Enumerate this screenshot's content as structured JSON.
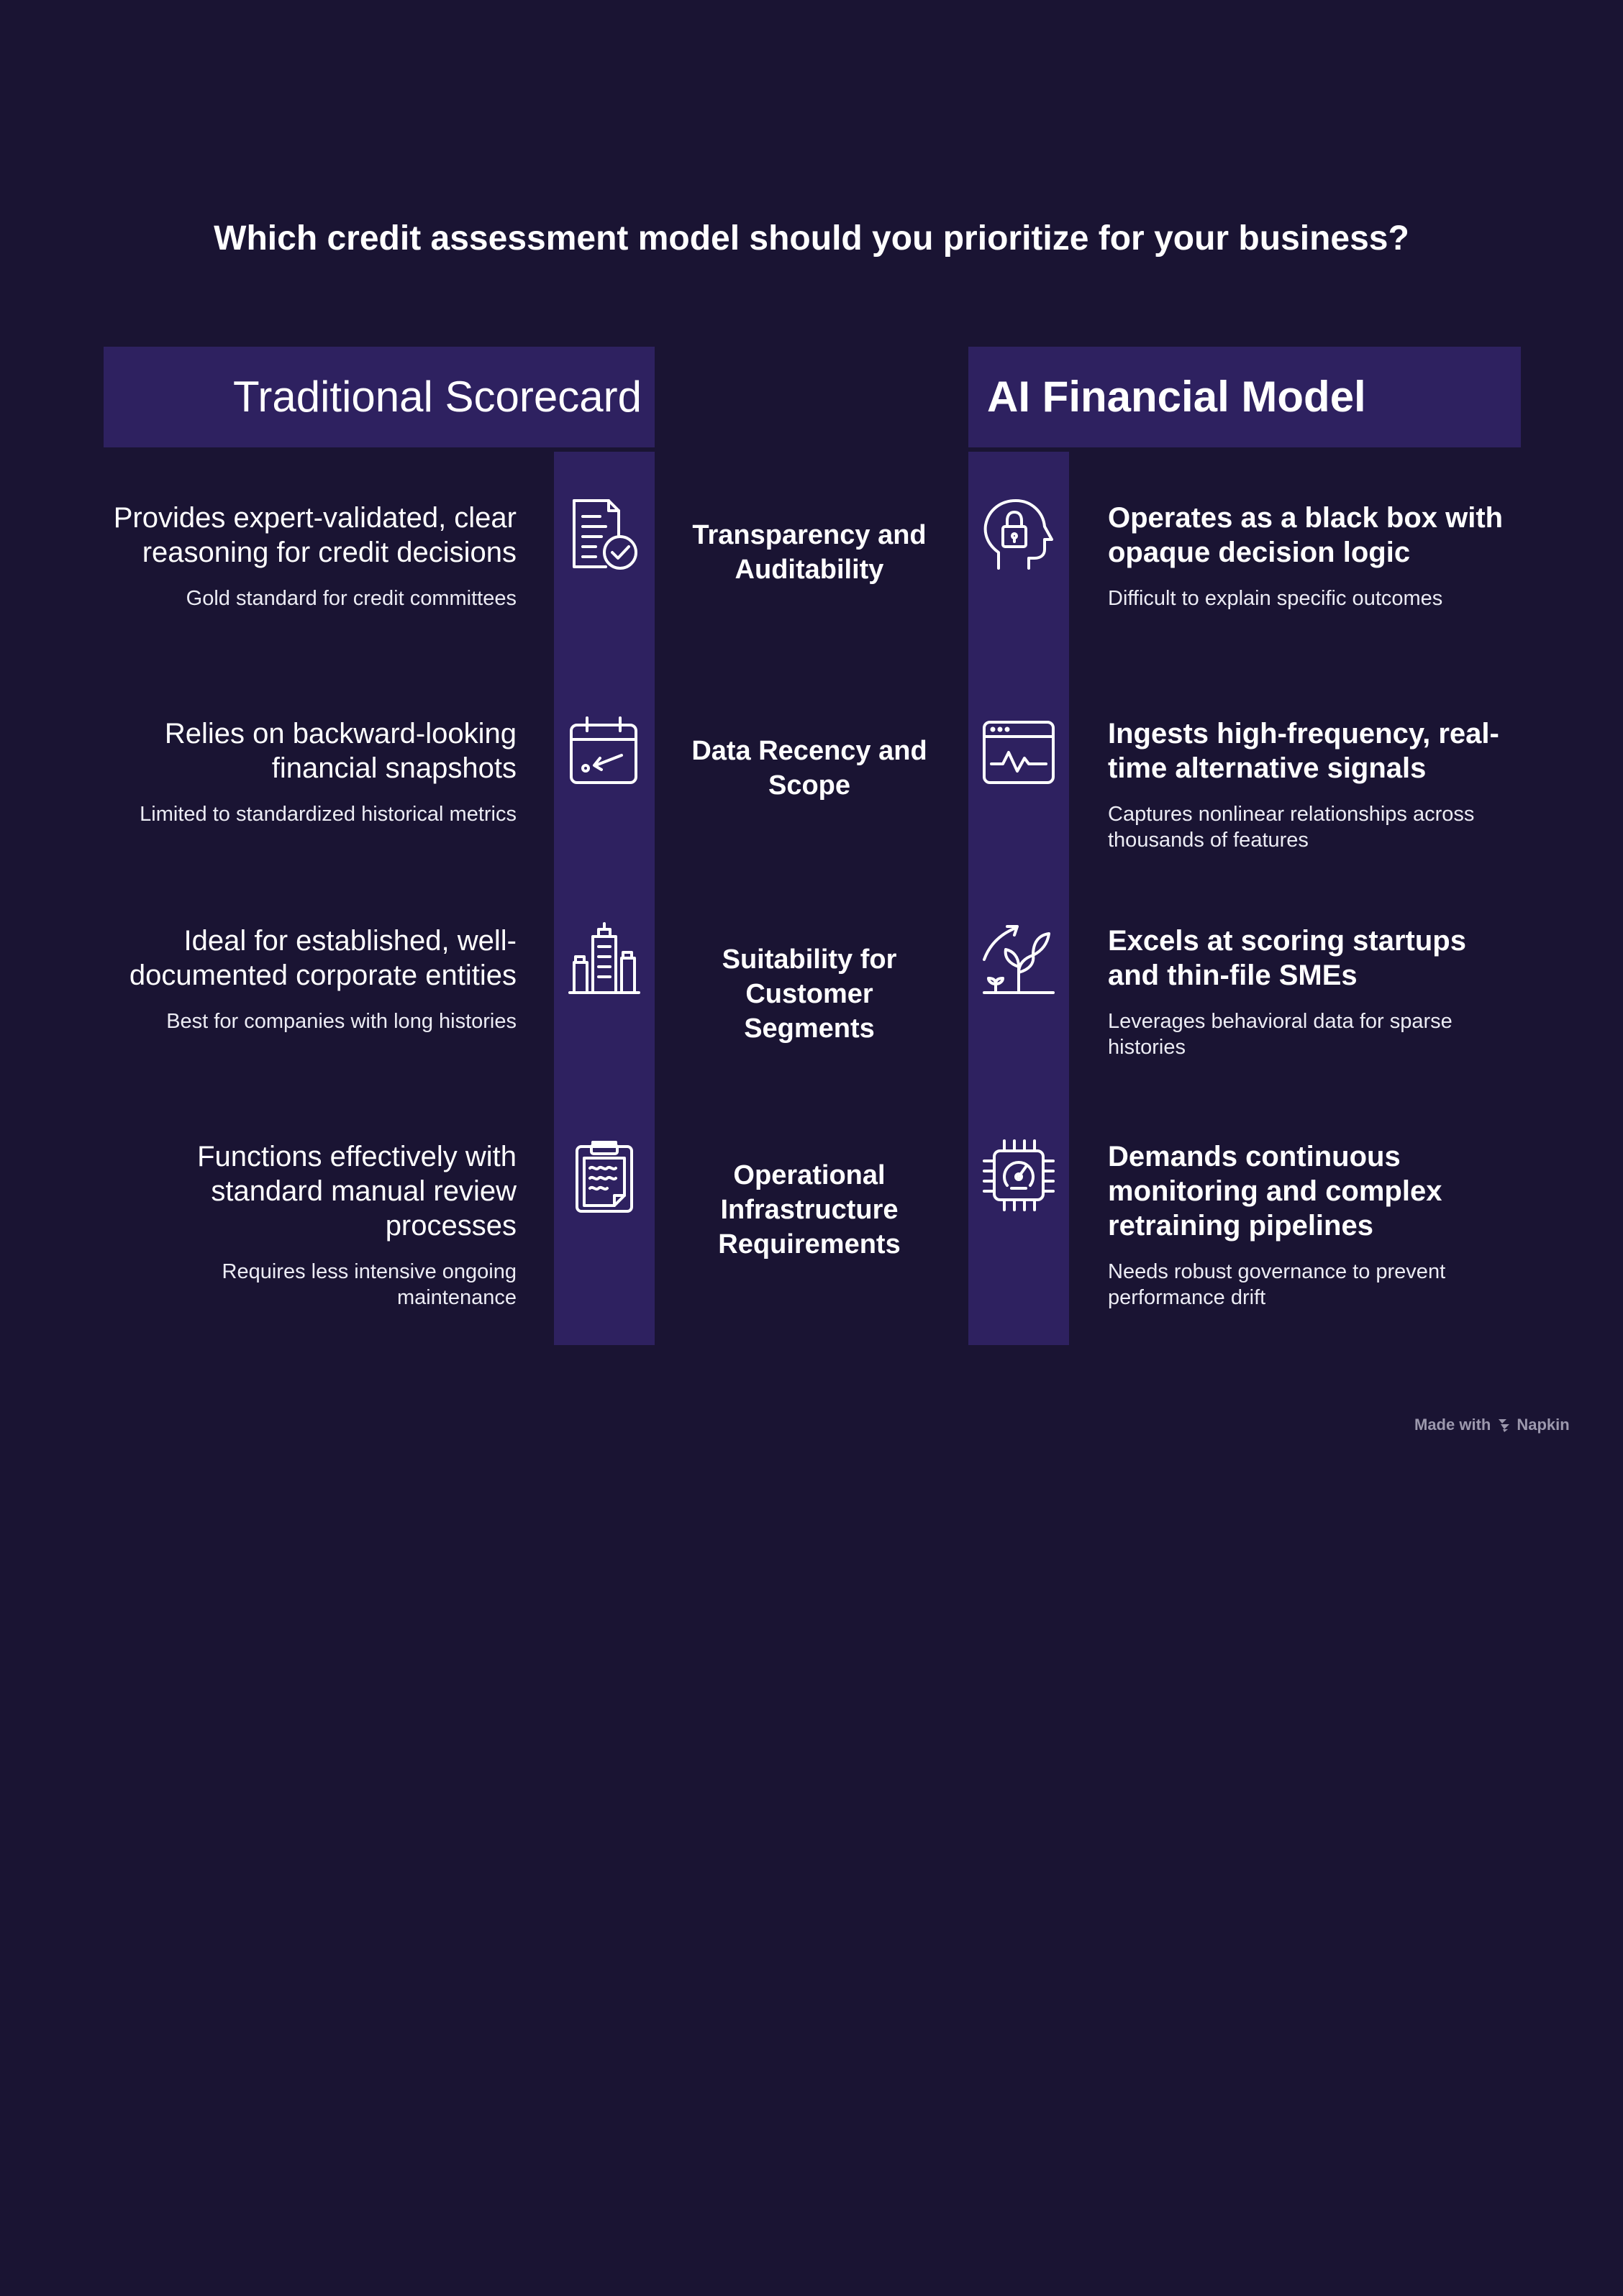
{
  "title": "Which credit assessment model should you prioritize for your business?",
  "left_header": "Traditional Scorecard",
  "right_header": "AI Financial Model",
  "rows": [
    {
      "criterion": "Transparency and Auditability",
      "left_head": "Provides expert-validated, clear reasoning for credit decisions",
      "left_sub": "Gold standard for credit committees",
      "left_icon": "document-check-icon",
      "right_head": "Operates as a black box with opaque decision logic",
      "right_sub": "Difficult to explain specific outcomes",
      "right_icon": "head-lock-icon"
    },
    {
      "criterion": "Data Recency and Scope",
      "left_head": "Relies on backward-looking financial snapshots",
      "left_sub": "Limited to standardized historical metrics",
      "left_icon": "calendar-icon",
      "right_head": "Ingests high-frequency, real-time alternative signals",
      "right_sub": "Captures nonlinear relationships across thousands of features",
      "right_icon": "browser-pulse-icon"
    },
    {
      "criterion": "Suitability for Customer Segments",
      "left_head": "Ideal for established, well-documented corporate entities",
      "left_sub": "Best for companies with long histories",
      "left_icon": "office-buildings-icon",
      "right_head": "Excels at scoring startups and thin-file SMEs",
      "right_sub": "Leverages behavioral data for sparse histories",
      "right_icon": "growth-plant-icon"
    },
    {
      "criterion": "Operational Infrastructure Requirements",
      "left_head": "Functions effectively with standard manual review processes",
      "left_sub": "Requires less intensive ongoing maintenance",
      "left_icon": "clipboard-icon",
      "right_head": "Demands continuous monitoring and complex retraining pipelines",
      "right_sub": "Needs robust governance to prevent performance drift",
      "right_icon": "chip-gauge-icon"
    }
  ],
  "footer": {
    "made_with": "Made with",
    "brand": "Napkin"
  },
  "colors": {
    "background": "#1a1433",
    "band": "#2e2160",
    "text": "#ffffff",
    "footer_text": "#9c98ad"
  }
}
